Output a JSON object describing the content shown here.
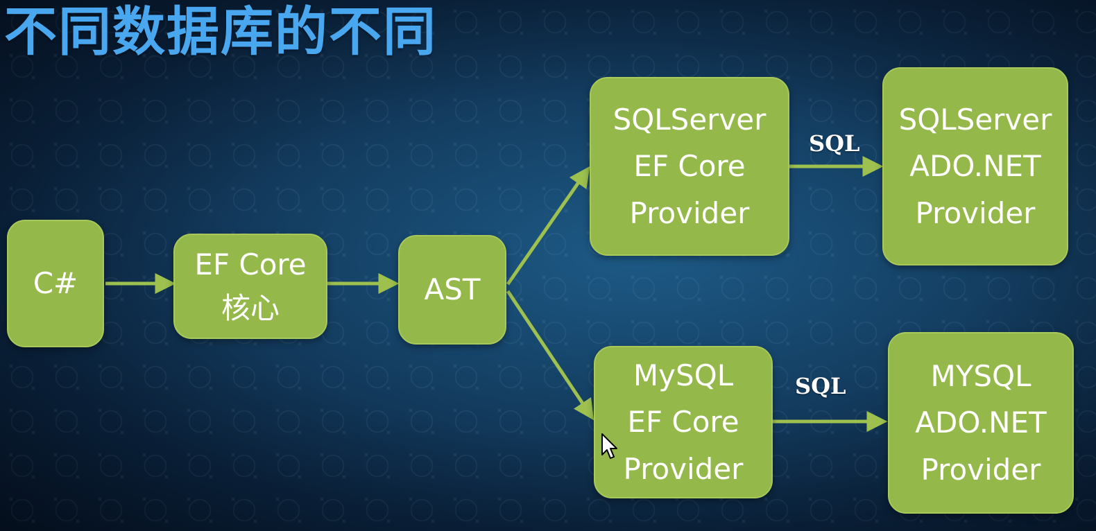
{
  "title": "不同数据库的不同",
  "nodes": {
    "csharp": {
      "lines": [
        "C#"
      ]
    },
    "efcore": {
      "lines": [
        "EF Core",
        "核心"
      ]
    },
    "ast": {
      "lines": [
        "AST"
      ]
    },
    "sqlserver_efcore": {
      "lines": [
        "SQLServer",
        "EF Core",
        "Provider"
      ]
    },
    "sqlserver_adonet": {
      "lines": [
        "SQLServer",
        "ADO.NET",
        "Provider"
      ]
    },
    "mysql_efcore": {
      "lines": [
        "MySQL",
        "EF Core",
        "Provider"
      ]
    },
    "mysql_adonet": {
      "lines": [
        "MYSQL",
        "ADO.NET",
        "Provider"
      ]
    }
  },
  "edge_labels": {
    "sqlserver": "SQL",
    "mysql": "SQL"
  },
  "colors": {
    "title": "#49a7ef",
    "node_fill": "#95b84a",
    "arrow": "#9dc04f"
  }
}
